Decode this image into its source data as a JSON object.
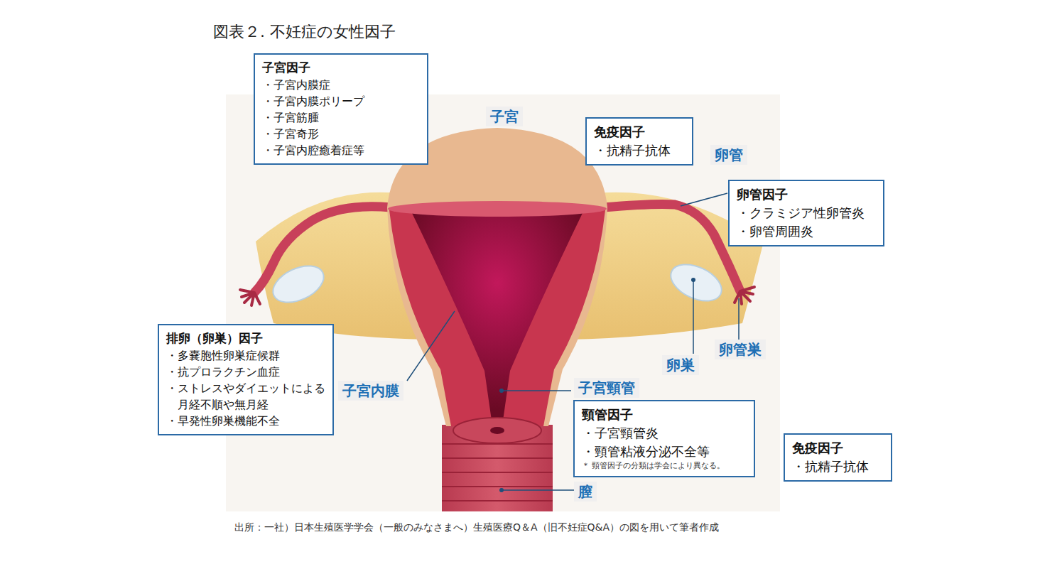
{
  "diagram": {
    "title": "図表２. 不妊症の女性因子",
    "caption": "出所：一社）日本生殖医学学会（一般のみなさまへ）生殖医療Q＆A（旧不妊症Q&A）の図を用いて筆者作成",
    "nodes": [
      {
        "text": [
          "子宮因子",
          "・子宮内膜症",
          "・子宮内膜ポリープ",
          "・子宮筋腫",
          "・子宮奇形",
          "・子宮内腔癒着症等"
        ]
      },
      {
        "text": [
          "免疫因子",
          "・抗精子抗体"
        ]
      },
      {
        "text": [
          "卵管因子",
          "・クラミジア性卵管炎",
          "・卵管周囲炎"
        ]
      },
      {
        "text": [
          "排卵（卵巣）因子",
          "・多嚢胞性卵巣症候群",
          "・抗プロラクチン血症",
          "・ストレスやダイエットによる 月経不順や無月経",
          "・早発性卵巣機能不全"
        ]
      },
      {
        "text": [
          "頸管因子",
          "・子宮頸管炎",
          "・頸管粘液分泌不全等",
          "＊ 頸管因子の分類は学会により異なる。"
        ]
      },
      {
        "text": [
          "免疫因子",
          "・抗精子抗体"
        ]
      }
    ],
    "labels": [
      "子宮",
      "卵管",
      "子宮内膜",
      "卵巣",
      "卵管巣",
      "子宮頸管",
      "膣"
    ]
  }
}
